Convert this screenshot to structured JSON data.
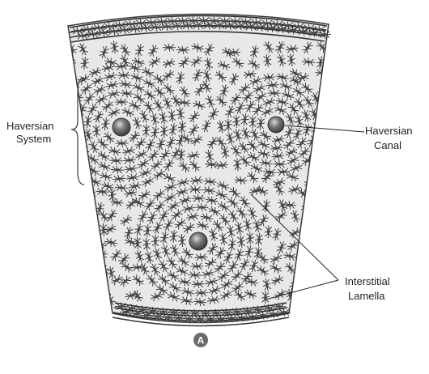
{
  "labels": {
    "haversian_system_line1": "Haversian",
    "haversian_system_line2": "System",
    "haversian_canal_line1": "Haversian",
    "haversian_canal_line2": "Canal",
    "interstitial_line1": "Interstitial",
    "interstitial_line2": "Lamella",
    "panel_letter": "A"
  },
  "colors": {
    "tissue_fill": "#e8e8e8",
    "cell_stroke": "#2b2b2b",
    "canal_fill": "#5a5a5a",
    "outline": "#3a3a3a",
    "lead_line": "#222222",
    "panel_circle": "#6b6b6b"
  }
}
